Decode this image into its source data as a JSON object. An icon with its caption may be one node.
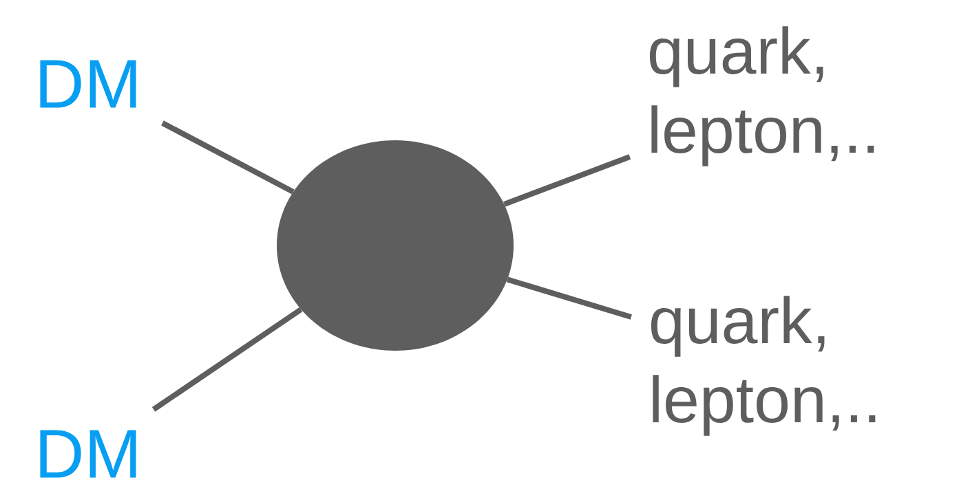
{
  "diagram": {
    "nodes": [
      {
        "text": [
          "DM"
        ]
      },
      {
        "text": [
          "quark, lepton,.."
        ]
      },
      {
        "text": [],
        "shape": "ellipse"
      },
      {
        "text": [
          "quark, lepton,.."
        ]
      },
      {
        "text": [
          "DM"
        ]
      }
    ],
    "edges": [
      {
        "from": 0,
        "to": 2,
        "arrow": "none"
      },
      {
        "from": 2,
        "to": 1,
        "arrow": "none"
      },
      {
        "from": 4,
        "to": 2,
        "arrow": "none"
      },
      {
        "from": 2,
        "to": 3,
        "arrow": "none"
      }
    ]
  }
}
